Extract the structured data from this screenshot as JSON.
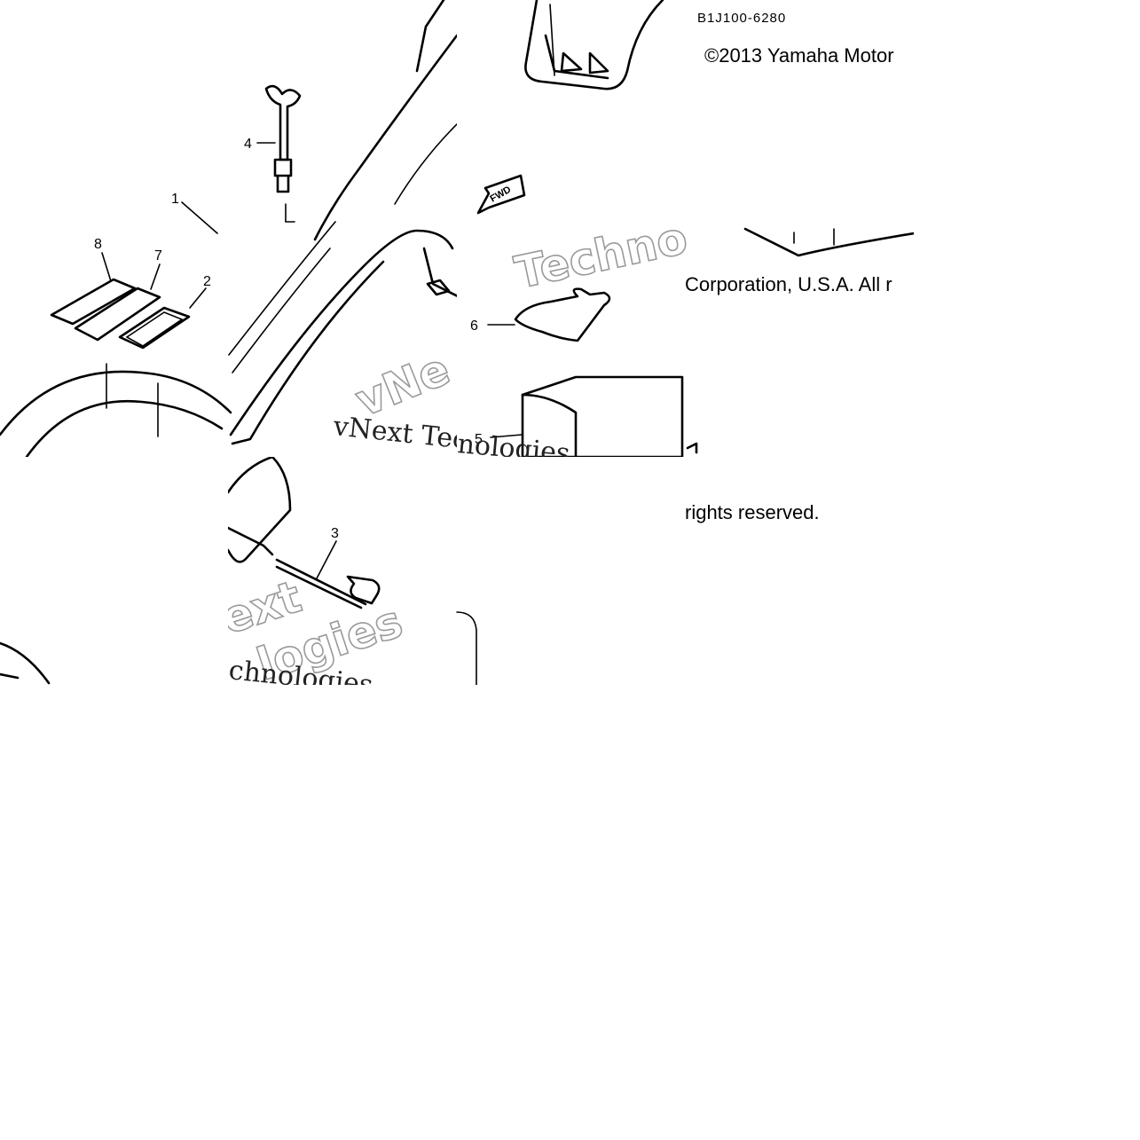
{
  "diagram": {
    "drawing_code": "B1J100-6280",
    "copyright_line1": "©2013 Yamaha Motor",
    "copyright_line2": "Corporation, U.S.A. All r",
    "copyright_line3": "rights reserved.",
    "fwd_label": "FWD",
    "callouts": {
      "c1": "1",
      "c2": "2",
      "c3": "3",
      "c4": "4",
      "c5": "5",
      "c6": "6",
      "c7": "7",
      "c8": "8"
    },
    "watermark": {
      "techno": "Techno",
      "vnext_partial": "vNe",
      "vnext_tech": "vNext Tec",
      "nologies": "nologies",
      "ext": "ext",
      "logies": "logies",
      "chnologies": "chnologies"
    }
  }
}
